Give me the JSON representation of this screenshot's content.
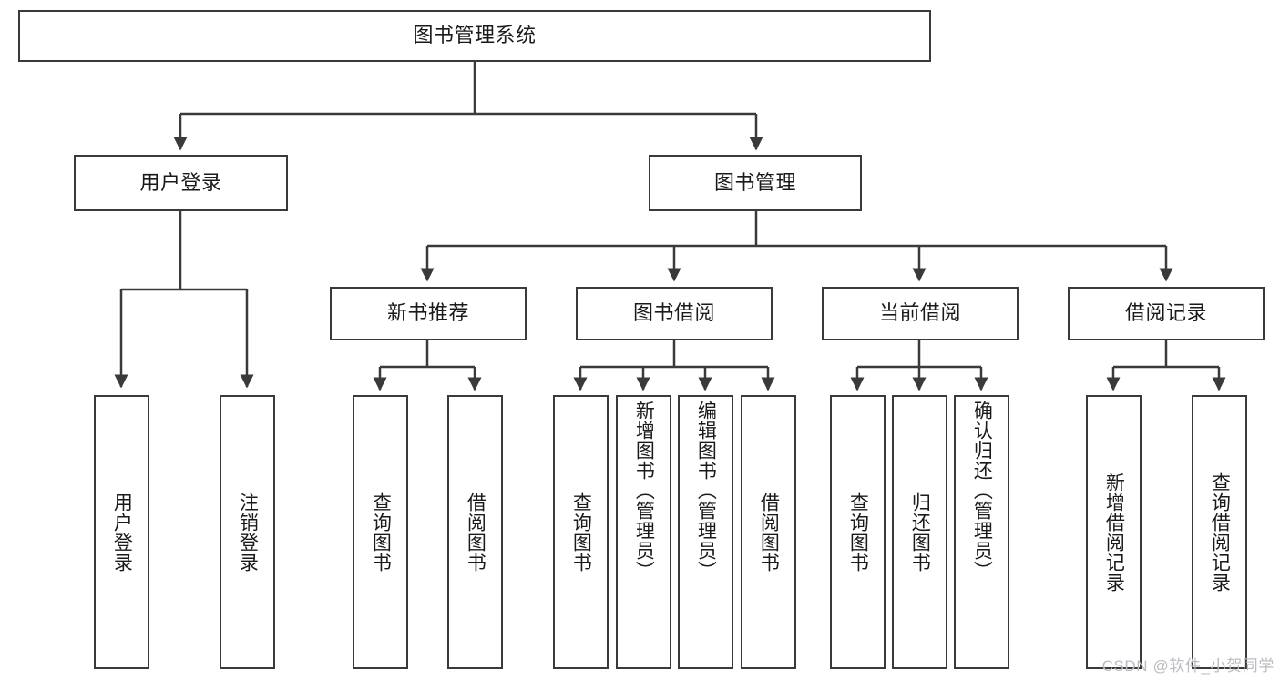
{
  "diagram": {
    "title": "图书管理系统",
    "type": "tree-hierarchy-diagram",
    "colors": {
      "box_border": "#3a3a3a",
      "box_fill": "#ffffff",
      "connector": "#3a3a3a",
      "text": "#1a1a1a",
      "watermark": "#b9bcc0",
      "background": "#ffffff"
    },
    "root": {
      "label": "图书管理系统",
      "orientation": "horizontal"
    },
    "level2": [
      {
        "label": "用户登录",
        "orientation": "horizontal"
      },
      {
        "label": "图书管理",
        "orientation": "horizontal"
      }
    ],
    "level3": [
      {
        "label": "新书推荐",
        "orientation": "horizontal"
      },
      {
        "label": "图书借阅",
        "orientation": "horizontal"
      },
      {
        "label": "当前借阅",
        "orientation": "horizontal"
      },
      {
        "label": "借阅记录",
        "orientation": "horizontal"
      }
    ],
    "leaves": {
      "user_login": [
        {
          "label": "用户登录",
          "orientation": "vertical"
        },
        {
          "label": "注销登录",
          "orientation": "vertical"
        }
      ],
      "new_book_recommend": [
        {
          "label": "查询图书",
          "orientation": "vertical"
        },
        {
          "label": "借阅图书",
          "orientation": "vertical"
        }
      ],
      "book_borrow": [
        {
          "label": "查询图书",
          "orientation": "vertical"
        },
        {
          "label": "新增图书（管理员）",
          "orientation": "vertical"
        },
        {
          "label": "编辑图书（管理员）",
          "orientation": "vertical"
        },
        {
          "label": "借阅图书",
          "orientation": "vertical"
        }
      ],
      "current_borrow": [
        {
          "label": "查询图书",
          "orientation": "vertical"
        },
        {
          "label": "归还图书",
          "orientation": "vertical"
        },
        {
          "label": "确认归还（管理员）",
          "orientation": "vertical"
        }
      ],
      "borrow_record": [
        {
          "label": "新增借阅记录",
          "orientation": "vertical"
        },
        {
          "label": "查询借阅记录",
          "orientation": "vertical"
        }
      ]
    }
  },
  "watermark": {
    "text": "CSDN @软件_小贺同学"
  }
}
